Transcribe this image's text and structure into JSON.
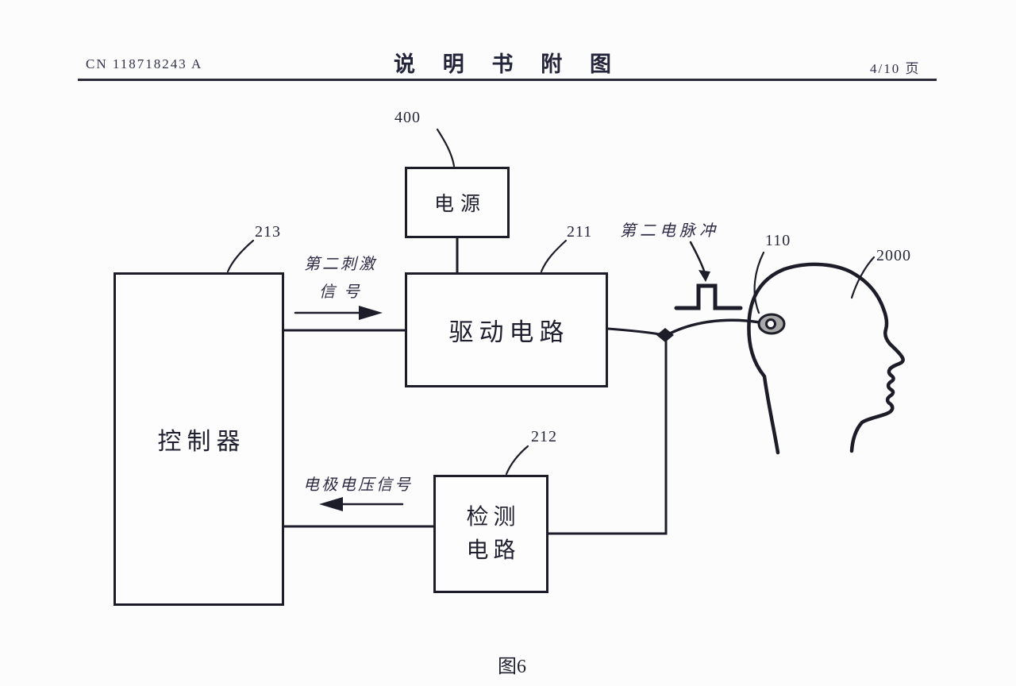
{
  "header": {
    "doc_number": "CN 118718243 A",
    "title": "说 明 书 附 图",
    "page_indicator": "4/10 页"
  },
  "figure": {
    "caption": "图6",
    "blocks": {
      "power": {
        "ref": "400",
        "label": "电源"
      },
      "drive": {
        "ref": "211",
        "label": "驱动电路"
      },
      "controller": {
        "ref": "213",
        "label": "控制器"
      },
      "detection": {
        "ref": "212",
        "label_line1": "检测",
        "label_line2": "电路"
      }
    },
    "annotations": {
      "electrode_ref": "110",
      "head_ref": "2000",
      "stimulus_signal_line1": "第二刺激",
      "stimulus_signal_line2": "信 号",
      "electrode_voltage_signal": "电极电压信号",
      "second_pulse": "第二电脉冲"
    },
    "icons": {
      "pulse_waveform": "square-pulse-icon",
      "electrode": "electrode-pad-icon",
      "head": "human-head-profile",
      "junction": "junction-dot",
      "stimulus_arrow": "arrow-right-icon",
      "voltage_arrow": "arrow-left-icon",
      "pulse_pointer": "arrow-down-curved-icon"
    },
    "colors": {
      "line": "#1d1d2a",
      "text": "#262638",
      "electrode_fill": "#a8a8a8"
    }
  }
}
